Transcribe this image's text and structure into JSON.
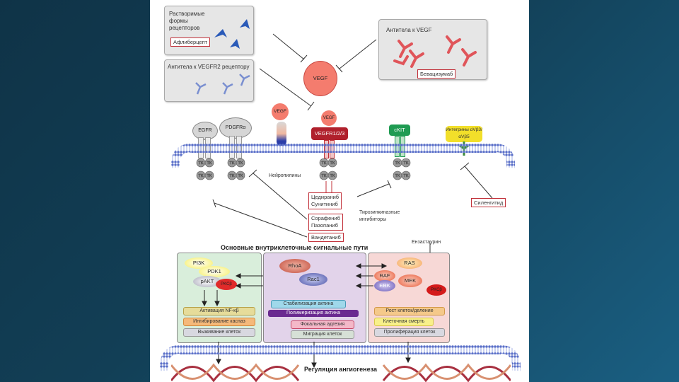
{
  "slide": {
    "background_colors": [
      "#0f3347",
      "#1a5f82"
    ]
  },
  "inhibitor_boxes": {
    "soluble_receptors": {
      "title": "Растворимые формы рецепторов",
      "drug": "Афлиберцепт"
    },
    "anti_vegfr2": {
      "title": "Антитела к VEGFR2 рецептору"
    },
    "anti_vegf": {
      "title": "Антитела к VEGF",
      "drug": "Бевацизумаб"
    }
  },
  "ligands": {
    "vegf_main": "VEGF",
    "vegf_neuropilin": "VEGF",
    "vegf_receptor": "VEGF"
  },
  "receptors": {
    "egfr": "EGFR",
    "pdgfr": "PDGFRα",
    "vegfr": "VEGFR1/2/3",
    "ckit": "cKIT",
    "integrins": "Интегрины αVβ3/αVβ5",
    "tk": "TK"
  },
  "labels": {
    "neuropilins": "Нейропилины",
    "tki": "Тирозинкиназные ингибиторы",
    "enzastaurin": "Ензастаурин",
    "pathways_title": "Основные внутриклеточные сигнальные пути",
    "angiogenesis": "Регуляция ангиогенеза"
  },
  "drugs": {
    "cediranib_sunitinib": [
      "Цедираниб",
      "Сунитиниб"
    ],
    "sorafenib_pazopanib": [
      "Сорафениб",
      "Пазопаниб"
    ],
    "vandetanib": "Вандетаниб",
    "cilengitide": "Силенгитид"
  },
  "pathways": {
    "green": {
      "nodes": [
        "PI3K",
        "PDK1",
        "pAKT",
        "PKCβ"
      ],
      "outputs": [
        "Активация NF-κβ",
        "Ингибирование каспаз",
        "Выживание клеток"
      ]
    },
    "purple": {
      "nodes": [
        "RhoA",
        "Rac1"
      ],
      "outputs": [
        "Стабилизация актина",
        "Полимеризация актина",
        "Фокальная адгезия",
        "Миграция клеток"
      ]
    },
    "red": {
      "nodes": [
        "RAS",
        "RAF",
        "ERK",
        "MEK",
        "PKCβ"
      ],
      "outputs": [
        "Рост клеток/деление",
        "Клеточная смерть",
        "Пролиферация клеток"
      ]
    }
  },
  "colors": {
    "inhibitor_red": "#c2313a",
    "vegfr_red": "#b0202c",
    "ckit_green": "#1f9b52",
    "integrin_yellow": "#f2df2a",
    "membrane_blue": "#5a6fc8",
    "green_panel": "#d9eedb",
    "purple_panel": "#e2d3ea",
    "red_panel": "#f7d8d6"
  }
}
